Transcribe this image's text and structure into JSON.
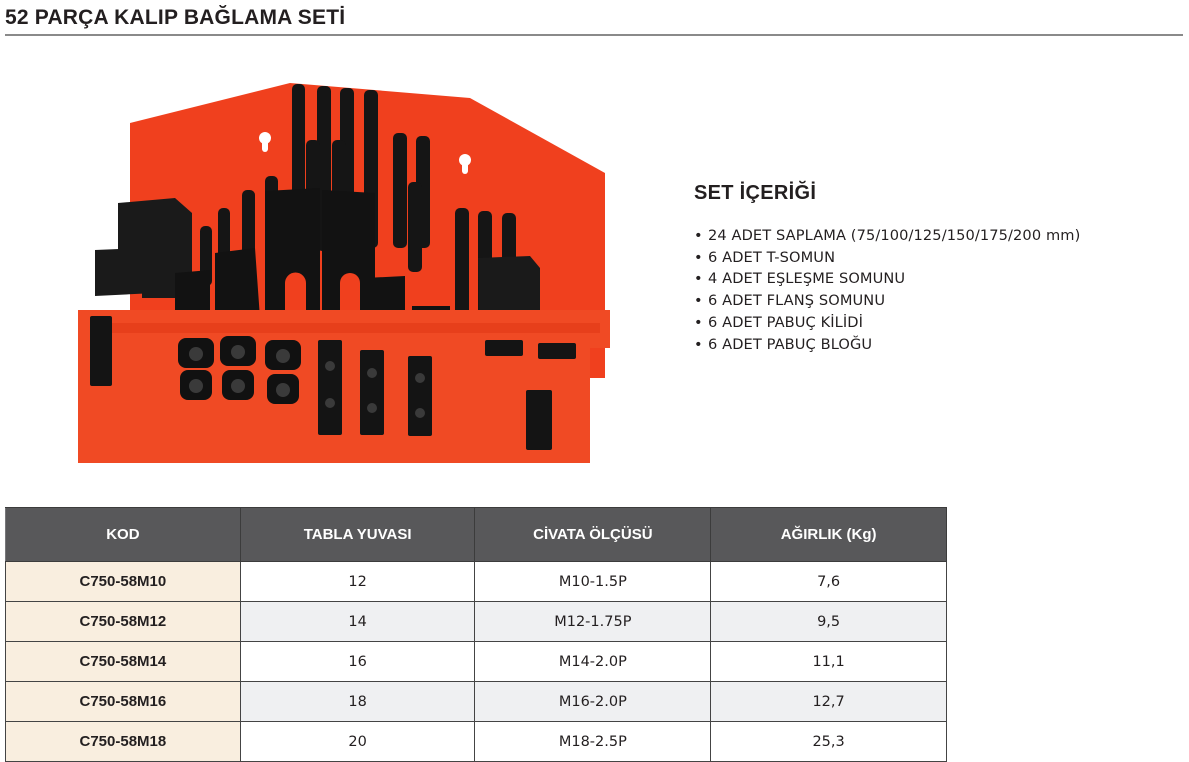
{
  "header": {
    "title": "52 PARÇA KALIP BAĞLAMA SETİ"
  },
  "product_image": {
    "alt": "52 parça kalıp bağlama seti - kırmızı plastik stand üzerinde siyah saplama, somun, pabuç ve bloklar",
    "colors": {
      "stand": "#f0401e",
      "parts": "#1a1a1a"
    }
  },
  "contents": {
    "heading": "SET İÇERİĞİ",
    "bullet": "•",
    "items": [
      "24 ADET SAPLAMA (75/100/125/150/175/200 mm)",
      "6 ADET T-SOMUN",
      "4 ADET EŞLEŞME SOMUNU",
      "6 ADET FLANŞ SOMUNU",
      "6 ADET PABUÇ KİLİDİ",
      "6 ADET PABUÇ BLOĞU"
    ]
  },
  "table": {
    "headers": [
      "KOD",
      "TABLA YUVASI",
      "CİVATA ÖLÇÜSÜ",
      "AĞIRLIK (Kg)"
    ],
    "rows": [
      [
        "C750-58M10",
        "12",
        "M10-1.5P",
        "7,6"
      ],
      [
        "C750-58M12",
        "14",
        "M12-1.75P",
        "9,5"
      ],
      [
        "C750-58M14",
        "16",
        "M14-2.0P",
        "11,1"
      ],
      [
        "C750-58M16",
        "18",
        "M16-2.0P",
        "12,7"
      ],
      [
        "C750-58M18",
        "20",
        "M18-2.5P",
        "25,3"
      ]
    ]
  }
}
